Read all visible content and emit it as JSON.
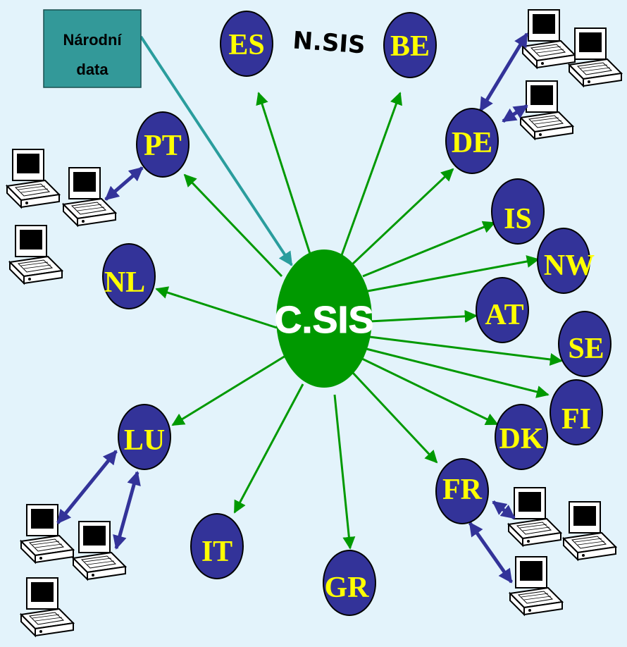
{
  "center": {
    "label": "C.SIS",
    "color": "#009900"
  },
  "national_sis_label": "N.SIS",
  "national_data_box": {
    "line1": "Národní",
    "line2": "data",
    "color": "#339999"
  },
  "colors": {
    "background": "#e3f3fb",
    "node_fill": "#333399",
    "node_text": "#ffff00",
    "green_arrow": "#009900",
    "blue_arrow": "#333399",
    "teal_arrow": "#2a9d9d"
  },
  "nodes": {
    "es": "ES",
    "be": "BE",
    "pt": "PT",
    "de": "DE",
    "is": "IS",
    "nw": "NW",
    "nl": "NL",
    "at": "AT",
    "se": "SE",
    "fi": "FI",
    "dk": "DK",
    "lu": "LU",
    "fr": "FR",
    "it": "IT",
    "gr": "GR"
  }
}
